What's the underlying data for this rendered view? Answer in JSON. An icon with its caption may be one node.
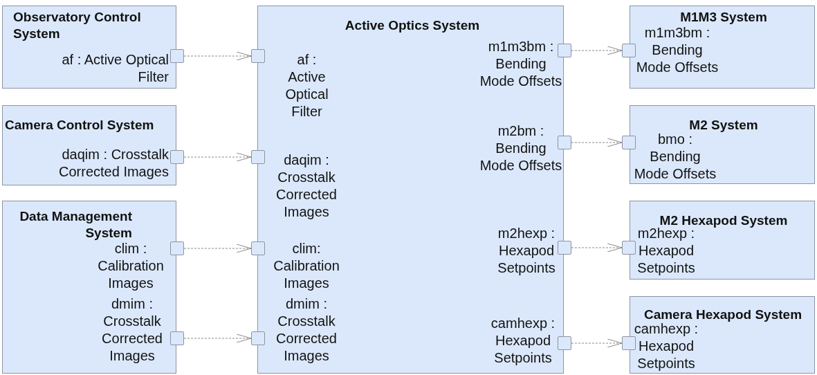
{
  "diagram": {
    "nodes": [
      {
        "text": [
          "Observatory Control System"
        ]
      },
      {
        "text": [],
        "shape": "box",
        "in": 0,
        "beside": [
          "af : Active Optical Filter"
        ]
      },
      {
        "text": [
          "Camera Control System"
        ]
      },
      {
        "text": [],
        "shape": "box",
        "in": 2,
        "beside": [
          "daqim : Crosstalk Corrected Images"
        ]
      },
      {
        "text": [
          "Data Management System"
        ]
      },
      {
        "text": [],
        "shape": "box",
        "in": 4,
        "beside": [
          "clim : Calibration Images"
        ]
      },
      {
        "text": [],
        "shape": "box",
        "in": 4,
        "beside": [
          "dmim : Crosstalk Corrected Images"
        ]
      },
      {
        "text": [
          "Active Optics System"
        ]
      },
      {
        "text": [],
        "shape": "box",
        "in": 7,
        "beside": [
          "af : Active Optical Filter"
        ]
      },
      {
        "text": [],
        "shape": "box",
        "in": 7,
        "beside": [
          "daqim : Crosstalk Corrected Images"
        ]
      },
      {
        "text": [],
        "shape": "box",
        "in": 7,
        "beside": [
          "clim: Calibration Images"
        ]
      },
      {
        "text": [],
        "shape": "box",
        "in": 7,
        "beside": [
          "dmim : Crosstalk Corrected Images"
        ]
      },
      {
        "text": [],
        "shape": "box",
        "in": 7,
        "beside": [
          "m1m3bm : Bending Mode Offsets"
        ]
      },
      {
        "text": [],
        "shape": "box",
        "in": 7,
        "beside": [
          "m2bm : Bending Mode Offsets"
        ]
      },
      {
        "text": [],
        "shape": "box",
        "in": 7,
        "beside": [
          "m2hexp : Hexapod Setpoints"
        ]
      },
      {
        "text": [],
        "shape": "box",
        "in": 7,
        "beside": [
          "camhexp : Hexapod Setpoints"
        ]
      },
      {
        "text": [
          "M1M3 System"
        ]
      },
      {
        "text": [],
        "shape": "box",
        "in": 16,
        "beside": [
          "m1m3bm : Bending Mode Offsets"
        ]
      },
      {
        "text": [
          "M2 System"
        ]
      },
      {
        "text": [],
        "shape": "box",
        "in": 18,
        "beside": [
          "bmo : Bending Mode Offsets"
        ]
      },
      {
        "text": [
          "M2 Hexapod System"
        ]
      },
      {
        "text": [],
        "shape": "box",
        "in": 20,
        "beside": [
          "m2hexp : Hexapod Setpoints"
        ]
      },
      {
        "text": [
          "Camera Hexapod System"
        ]
      },
      {
        "text": [],
        "shape": "box",
        "in": 22,
        "beside": [
          "camhexp : Hexapod Setpoints"
        ]
      }
    ],
    "edges": [
      {
        "from": 1,
        "to": 8,
        "arrow": "to",
        "style": "dashed"
      },
      {
        "from": 3,
        "to": 9,
        "arrow": "to",
        "style": "dashed"
      },
      {
        "from": 5,
        "to": 10,
        "arrow": "to",
        "style": "dashed"
      },
      {
        "from": 6,
        "to": 11,
        "arrow": "to",
        "style": "dashed"
      },
      {
        "from": 12,
        "to": 17,
        "arrow": "to",
        "style": "dashed"
      },
      {
        "from": 13,
        "to": 19,
        "arrow": "to",
        "style": "dashed"
      },
      {
        "from": 14,
        "to": 21,
        "arrow": "to",
        "style": "dashed"
      },
      {
        "from": 15,
        "to": 23,
        "arrow": "to",
        "style": "dashed"
      }
    ]
  }
}
